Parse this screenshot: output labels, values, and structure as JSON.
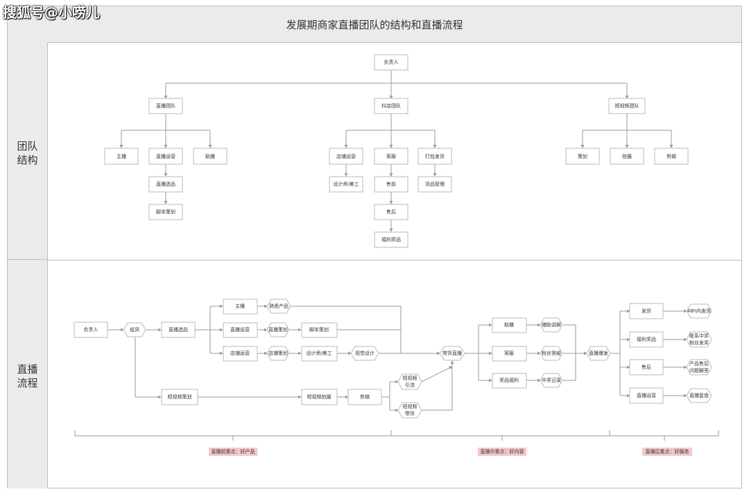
{
  "watermark": "搜狐号@小唠儿",
  "title": "发展期商家直播团队的结构和直播流程",
  "sections": {
    "structure": "团队\n结构",
    "process": "直播\n流程"
  },
  "org": {
    "root": "负责人",
    "live_team": "直播团队",
    "store_team": "抖店团队",
    "short_video_team": "短视频团队",
    "anchor": "主播",
    "live_ops": "直播运营",
    "assistant": "助播",
    "live_selection": "直播选品",
    "script_planning": "脚本策划",
    "store_ops": "店铺运营",
    "customer_service": "客服",
    "packing_shipping": "打包发货",
    "designer": "设计师/美工",
    "pre_sale": "售前",
    "inventory": "货品管理",
    "after_sale": "售后",
    "welfare_prizes": "福利奖品",
    "planning": "策划",
    "shooting": "拍摄",
    "editing": "剪辑"
  },
  "flow": {
    "owner": "负责人",
    "team_building": "组货",
    "live_selection": "直播选品",
    "anchor": "主播",
    "familiar_products": "熟悉产品",
    "live_ops": "直播运营",
    "live_planning": "直播策划",
    "script_planning": "脚本策划",
    "store_ops": "店铺运营",
    "store_planning": "店铺策划",
    "designer": "设计师/美工",
    "visual_design": "视觉设计",
    "short_video_planning": "短视频策划",
    "short_video_shooting": "短视频拍摄",
    "editing": "剪辑",
    "sv_traffic": "短视频\n引流",
    "sv_sales": "短视频\n带货",
    "live_selling": "带货直播",
    "assistant": "助播",
    "assist_explain": "辅助讲解",
    "customer_service": "客服",
    "fan_maintenance": "粉丝答疑",
    "prize_welfare": "奖品福利",
    "winner_record": "中奖记录",
    "live_burst": "直播爆发",
    "shipping": "发货",
    "ship_48h": "48h内发货",
    "welfare_prizes": "福利奖品",
    "contact_winners": "联系中奖\n粉丝发奖",
    "after_sale": "售后",
    "after_sale_qa": "产品售后\n问题解答",
    "live_ops2": "直播运营",
    "live_review": "直播复盘"
  },
  "phases": {
    "before": "直播前重点：好产品",
    "during": "直播中重点：好内容",
    "after": "直播后重点：好服务"
  },
  "colors": {
    "band": "#ebebeb",
    "border": "#bdbdbd",
    "node_stroke": "#b8b8b8",
    "note_fill": "#f6c7c7"
  }
}
